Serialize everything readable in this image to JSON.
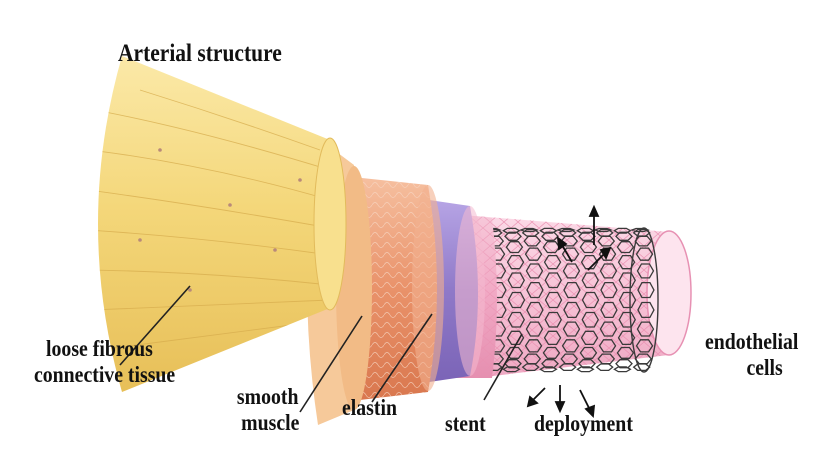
{
  "title": "Arterial structure",
  "labels": {
    "loose_fibrous": [
      "loose fibrous",
      "connective tissue"
    ],
    "smooth_muscle": [
      "smooth",
      "muscle"
    ],
    "elastin": "elastin",
    "stent": "stent",
    "deployment": "deployment",
    "endothelial": [
      "endothelial",
      "cells"
    ]
  },
  "colors": {
    "fibrous": "#f4d77a",
    "fibrous_dark": "#dcb24c",
    "rim": "#f6c99a",
    "muscle": "#e9926a",
    "elastin": "#8f79c8",
    "intima": "#f1a8c4",
    "endothelium": "#f7c2d6",
    "stent": "#3a3a3a"
  }
}
